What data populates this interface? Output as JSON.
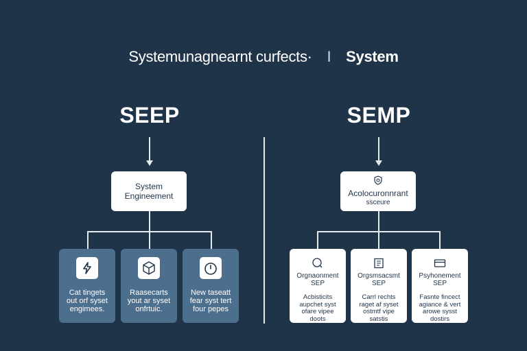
{
  "header": {
    "left_text": "Systemunagnearnt curfects·",
    "separator": "I",
    "right_text": "System"
  },
  "left": {
    "title": "SEEP",
    "top_box": {
      "line1": "System",
      "line2": "Engineement"
    },
    "cards": [
      {
        "icon": "lightning-icon",
        "lines": [
          "Cat tingets",
          "out orf syset",
          "engimees."
        ]
      },
      {
        "icon": "cube-icon",
        "lines": [
          "Raasecarts",
          "yout ar syset",
          "onfrtuic."
        ]
      },
      {
        "icon": "timer-icon",
        "lines": [
          "New taseatt",
          "fear syst tert",
          "four pepes"
        ]
      }
    ]
  },
  "right": {
    "title": "SEMP",
    "top_box": {
      "icon": "gear-shield-icon",
      "line1": "Acolocuronnrant",
      "line2": "ssceure"
    },
    "cards": [
      {
        "icon": "chat-bubble-icon",
        "label1": "Orgnaonment",
        "label2": "SEP",
        "lines": [
          "Acbisticits",
          "aupchet syst",
          "ofare vipee",
          "doots"
        ]
      },
      {
        "icon": "document-icon",
        "label1": "Orgsmsacsmt",
        "label2": "SEP",
        "lines": [
          "Carrl rechts",
          "raget af syset",
          "ostmtf vipe",
          "satstis"
        ]
      },
      {
        "icon": "card-icon",
        "label1": "Psyhonement",
        "label2": "SEP",
        "lines": [
          "Fasnte fincect",
          "agiance & vert",
          "arowe sysst",
          "dostirs"
        ]
      }
    ]
  },
  "colors": {
    "background": "#1f3349",
    "card_blue": "#4d6f8e",
    "white": "#ffffff"
  }
}
